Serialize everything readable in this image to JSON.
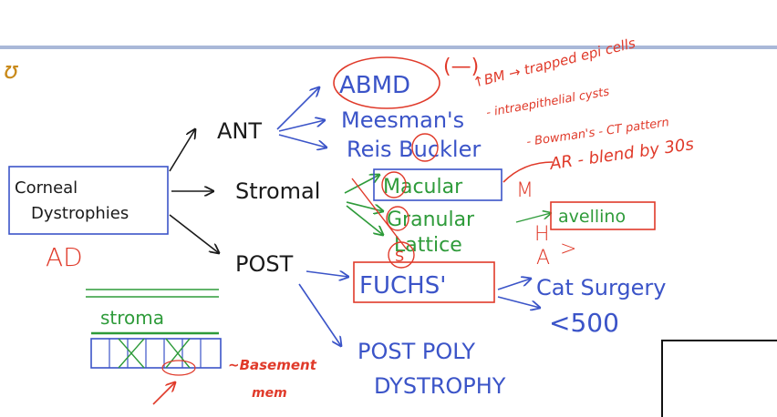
{
  "colors": {
    "ink_black": "#1a1a1a",
    "ink_blue": "#3b54c8",
    "ink_red": "#e03a2a",
    "ink_green": "#2e9b3a",
    "page_rule": "#a9b8d8"
  },
  "margin_mark": "ʊ",
  "root": {
    "line1": "Corneal",
    "line2": "Dystrophies",
    "inheritance": "AD"
  },
  "branches": {
    "ant": "ANT",
    "stromal": "Stromal",
    "post": "POST"
  },
  "ant_items": {
    "abmd": "ABMD",
    "abmd_sign": "(—)",
    "abmd_note": "↑BM → trapped epi cells",
    "meesman": "Meesman's",
    "meesman_note": "- intraepithelial cysts",
    "reis": "Reis Buckler",
    "reis_note": "- Bowman's - CT pattern"
  },
  "stromal_items": {
    "macular": "Macular",
    "macular_note": "AR - blend by 30s",
    "granular": "Granular",
    "lattice": "Lattice",
    "avellino": "avellino",
    "mha_m": "M",
    "mha_h": "H",
    "mha_a": "A",
    "mha_gt": ">",
    "s_mark": "S"
  },
  "post_items": {
    "fuchs": "FUCHS'",
    "cat_surgery": "Cat Surgery",
    "count": "<500",
    "ppd_line1": "POST POLY",
    "ppd_line2": "DYSTROPHY"
  },
  "sketch": {
    "stroma": "stroma",
    "basement_line1": "~Basement",
    "basement_line2": "mem"
  }
}
